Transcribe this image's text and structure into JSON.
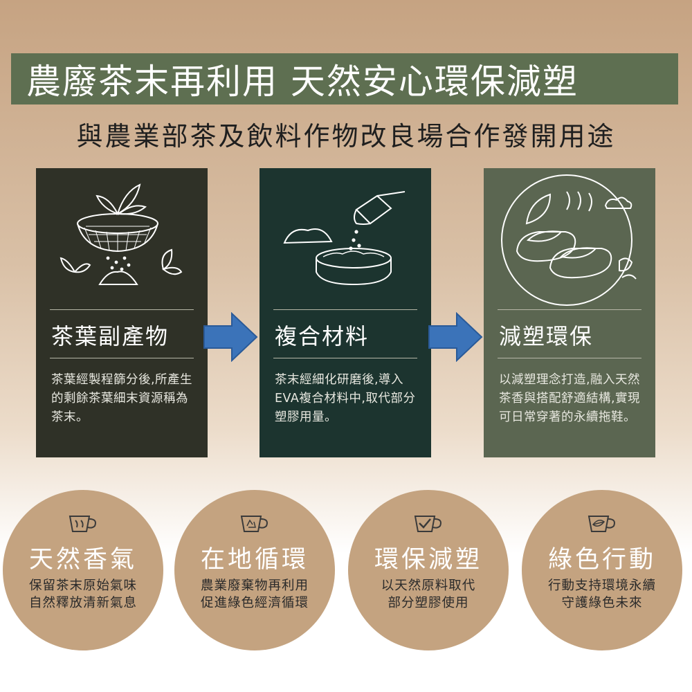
{
  "header": {
    "banner": "農廢茶末再利用 天然安心環保減塑",
    "subtitle": "與農業部茶及飲料作物改良場合作發開用途"
  },
  "cards": [
    {
      "title": "茶葉副產物",
      "description": "茶葉經製程篩分後,所產生的剩餘茶葉細末資源稱為茶末。",
      "icon": "tea-sieve-icon",
      "color": "#2f3127"
    },
    {
      "title": "複合材料",
      "description": "茶末經細化研磨後,導入EVA複合材料中,取代部分塑膠用量。",
      "icon": "powder-bowl-icon",
      "color": "#1c342f"
    },
    {
      "title": "減塑環保",
      "description": "以減塑理念打造,融入天然茶香與搭配舒適結構,實現可日常穿著的永續拖鞋。",
      "icon": "slippers-icon",
      "color": "#5b6651"
    }
  ],
  "features": [
    {
      "title": "天然香氣",
      "line1": "保留茶末原始氣味",
      "line2": "自然釋放清新氣息",
      "icon": "teacup-steam-icon"
    },
    {
      "title": "在地循環",
      "line1": "農業廢棄物再利用",
      "line2": "促進綠色經濟循環",
      "icon": "teacup-recycle-icon"
    },
    {
      "title": "環保減塑",
      "line1": "以天然原料取代",
      "line2": "部分塑膠使用",
      "icon": "teacup-check-icon"
    },
    {
      "title": "綠色行動",
      "line1": "行動支持環境永續",
      "line2": "守護綠色未來",
      "icon": "teacup-leaf-icon"
    }
  ],
  "colors": {
    "banner": "#5e6f51",
    "arrow": "#3b73b9",
    "circle": "#c4a380"
  }
}
